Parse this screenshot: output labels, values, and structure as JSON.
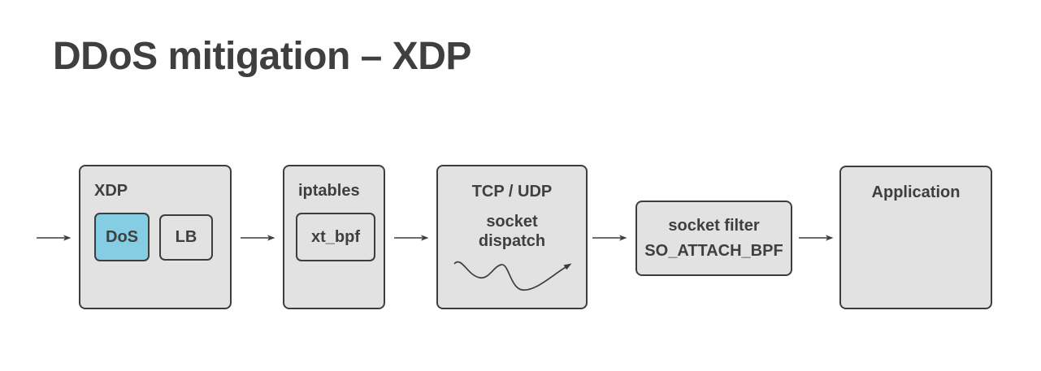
{
  "title": "DDoS mitigation – XDP",
  "colors": {
    "background": "#ffffff",
    "box_fill": "#e2e2e2",
    "box_border": "#3d3d3d",
    "highlight_fill": "#84cde2",
    "text": "#3f3f3f",
    "arrow": "#3d3d3d"
  },
  "icons": {
    "flow_arrow": "→",
    "squiggle_arrow": "⤳"
  },
  "nodes": {
    "xdp": {
      "label": "XDP",
      "dos_label": "DoS",
      "lb_label": "LB"
    },
    "iptables": {
      "label": "iptables",
      "xt_bpf_label": "xt_bpf"
    },
    "tcp_udp": {
      "label": "TCP / UDP",
      "sublabel_line1": "socket",
      "sublabel_line2": "dispatch"
    },
    "socket_filter": {
      "line1": "socket filter",
      "line2": "SO_ATTACH_BPF"
    },
    "application": {
      "label": "Application"
    }
  }
}
